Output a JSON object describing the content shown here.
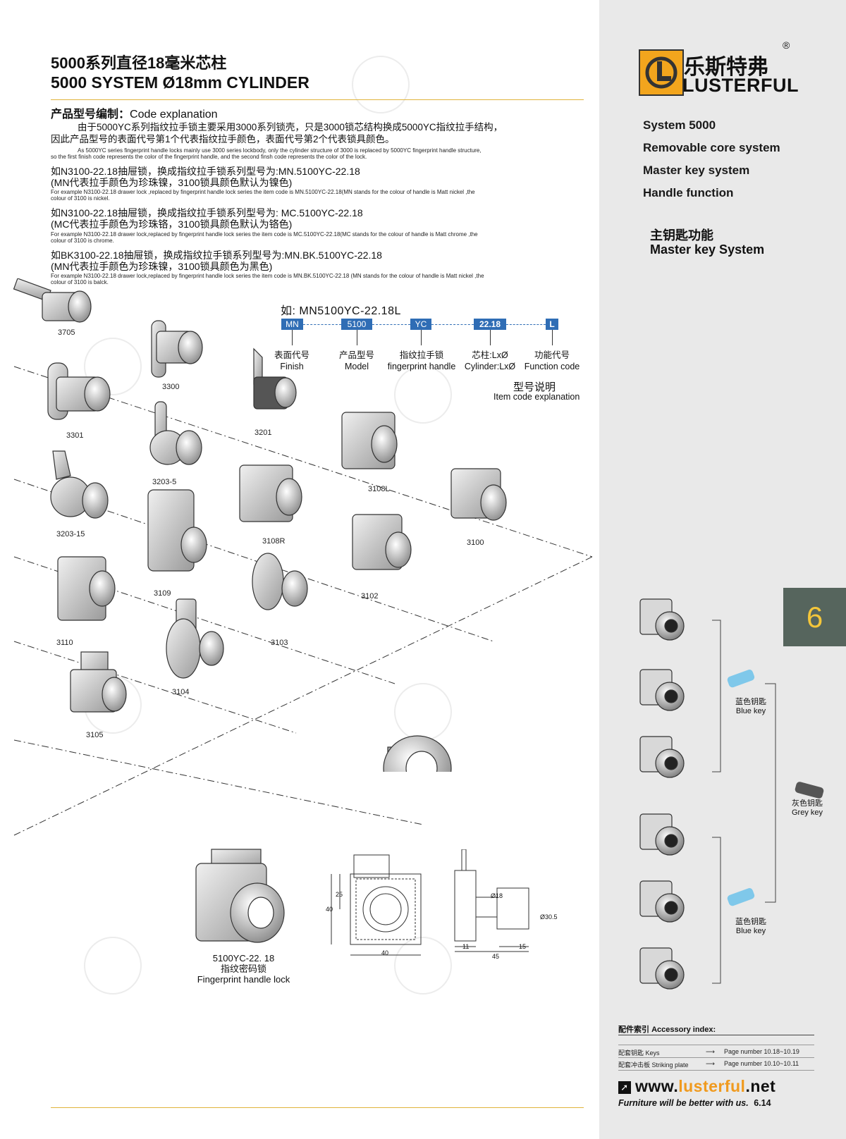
{
  "header": {
    "title_cn": "5000系列直径18毫米芯柱",
    "title_en": "5000 SYSTEM Ø18mm CYLINDER"
  },
  "code_explanation": {
    "heading_cn": "产品型号编制：",
    "heading_en": "Code explanation",
    "intro_cn_1": "由于5000YC系列指纹拉手锁主要采用3000系列锁壳，只是3000锁芯结构换成5000YC指纹拉手结构，",
    "intro_cn_2": "因此产品型号的表面代号第1个代表指纹拉手颜色，表面代号第2个代表锁具颜色。",
    "intro_en_1": "As 5000YC series fingerprint handle locks mainly use 3000 series lockbody, only the cylinder structure of 3000 is replaced by 5000YC fingerprint handle structure,",
    "intro_en_2": "so the first finish code represents the color of the fingerprint handle, and the second finsh code represents the color of the lock.",
    "examples": [
      {
        "cn_1": "如N3100-22.18抽屉锁，换成指纹拉手锁系列型号为:MN.5100YC-22.18",
        "cn_2": "(MN代表拉手颜色为珍珠镍，3100锁具颜色默认为镍色)",
        "en_1": "For example N3100-22.18 drawer lock ,replaced by fingerprint handle lock series the item code is MN.5100YC-22.18(MN stands for the colour of handle is Matt nickel ,the",
        "en_2": "colour of 3100 is nickel."
      },
      {
        "cn_1": "如N3100-22.18抽屉锁，换成指纹拉手锁系列型号为: MC.5100YC-22.18",
        "cn_2": "(MC代表拉手颜色为珍珠铬，3100锁具颜色默认为铬色)",
        "en_1": "For example N3100-22.18 drawer lock,replaced by fingerprint handle lock series the item code is MC.5100YC-22.18(MC stands for the colour of handle is Matt chrome ,the",
        "en_2": "colour of 3100 is chrome."
      },
      {
        "cn_1": "如BK3100-22.18抽屉锁，换成指纹拉手锁系列型号为:MN.BK.5100YC-22.18",
        "cn_2": "(MN代表拉手颜色为珍珠镍，3100锁具颜色为黑色)",
        "en_1": "For example N3100-22.18 drawer lock,replaced by fingerprint handle lock series the item code is MN.BK.5100YC-22.18 (MN stands for the colour of handle is Matt nickel ,the",
        "en_2": "colour of 3100 is balck."
      }
    ]
  },
  "item_code": {
    "example": "如: MN5100YC-22.18L",
    "chips": [
      "MN",
      "5100",
      "YC",
      "22.18",
      "L"
    ],
    "labels": [
      {
        "cn": "表面代号",
        "en": "Finish"
      },
      {
        "cn": "产品型号",
        "en": "Model"
      },
      {
        "cn": "指纹拉手锁",
        "en": "fingerprint handle"
      },
      {
        "cn": "芯柱:LxØ",
        "en": "Cylinder:LxØ"
      },
      {
        "cn": "功能代号",
        "en": "Function code"
      }
    ],
    "caption_cn": "型号说明",
    "caption_en": "Item code explanation"
  },
  "products": [
    {
      "label": "3705"
    },
    {
      "label": "3300"
    },
    {
      "label": "3201"
    },
    {
      "label": "3301"
    },
    {
      "label": "3203-5"
    },
    {
      "label": "3108L"
    },
    {
      "label": "3108R"
    },
    {
      "label": "3100"
    },
    {
      "label": "3203-15"
    },
    {
      "label": "3109"
    },
    {
      "label": "3102"
    },
    {
      "label": "3110"
    },
    {
      "label": "3103"
    },
    {
      "label": "3104"
    },
    {
      "label": "3105"
    }
  ],
  "featured": {
    "code": "5100YC-22. 18",
    "name_cn": "指纹密码锁",
    "name_en": "Fingerprint handle lock"
  },
  "drawing": {
    "dims": [
      "25",
      "40",
      "40",
      "Ø18",
      "Ø30.5",
      "11",
      "45",
      "15"
    ]
  },
  "brand": {
    "name_cn": "乐斯特弗",
    "name_en": "LUSTERFUL",
    "reg": "®"
  },
  "features": [
    "System 5000",
    "Removable core system",
    "Master key system",
    "Handle function"
  ],
  "master_key": {
    "cn": "主钥匙功能",
    "en": "Master  key System"
  },
  "chapter": "6",
  "keys": {
    "blue_cn": "蓝色钥匙",
    "blue_en": "Blue key",
    "grey_cn": "灰色钥匙",
    "grey_en": "Grey key"
  },
  "accessory": {
    "title_cn": "配件索引",
    "title_en": "Accessory index:",
    "rows": [
      {
        "name": "配套钥匙 Keys",
        "page": "Page number 10.18~10.19"
      },
      {
        "name": "配套冲击板 Striking plate",
        "page": "Page number 10.10~10.11"
      }
    ]
  },
  "footer": {
    "web_pre": "www.",
    "web_hl": "lusterful",
    "web_post": ".net",
    "tagline": "Furniture will be better with us.",
    "page": "6.14"
  },
  "colors": {
    "accent_gold": "#e0b43c",
    "chip_blue": "#2f6db5",
    "chapter_tab": "#56655d",
    "chapter_text": "#f4c63a",
    "web_orange": "#f09a1e"
  }
}
